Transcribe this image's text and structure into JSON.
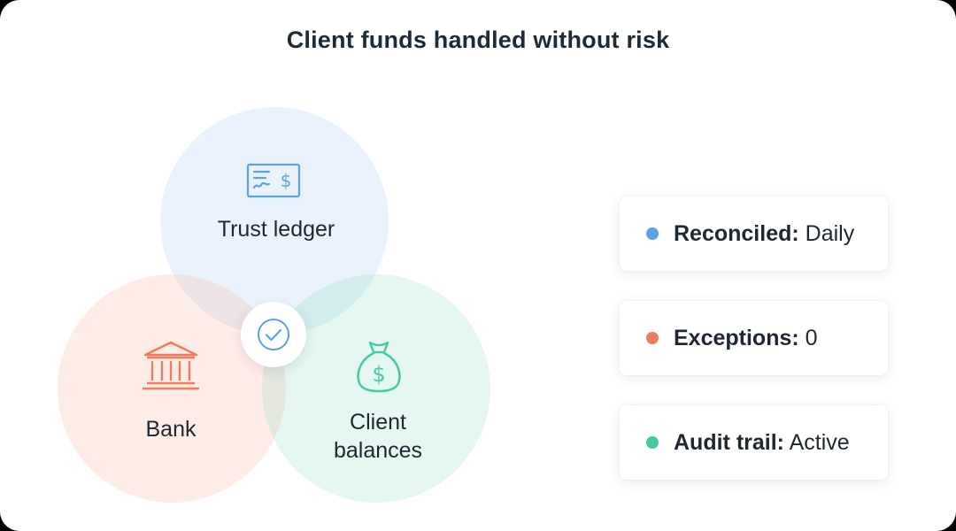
{
  "title": "Client funds handled without risk",
  "colors": {
    "ledger": "#5aa2e6",
    "bank": "#f07b5e",
    "client": "#46c9a0",
    "badge_check": "#5aa2e6",
    "text": "#1f2733"
  },
  "venn": {
    "ledger": {
      "label": "Trust ledger",
      "icon": "cheque-icon"
    },
    "bank": {
      "label": "Bank",
      "icon": "bank-building-icon"
    },
    "client": {
      "label_line1": "Client",
      "label_line2": "balances",
      "icon": "money-bag-icon"
    },
    "center_icon": "check-circle-icon"
  },
  "statuses": [
    {
      "key": "Reconciled:",
      "value": "Daily",
      "dot_color": "#5aa2e6"
    },
    {
      "key": "Exceptions:",
      "value": "0",
      "dot_color": "#f07b5e"
    },
    {
      "key": "Audit trail:",
      "value": "Active",
      "dot_color": "#46c9a0"
    }
  ]
}
